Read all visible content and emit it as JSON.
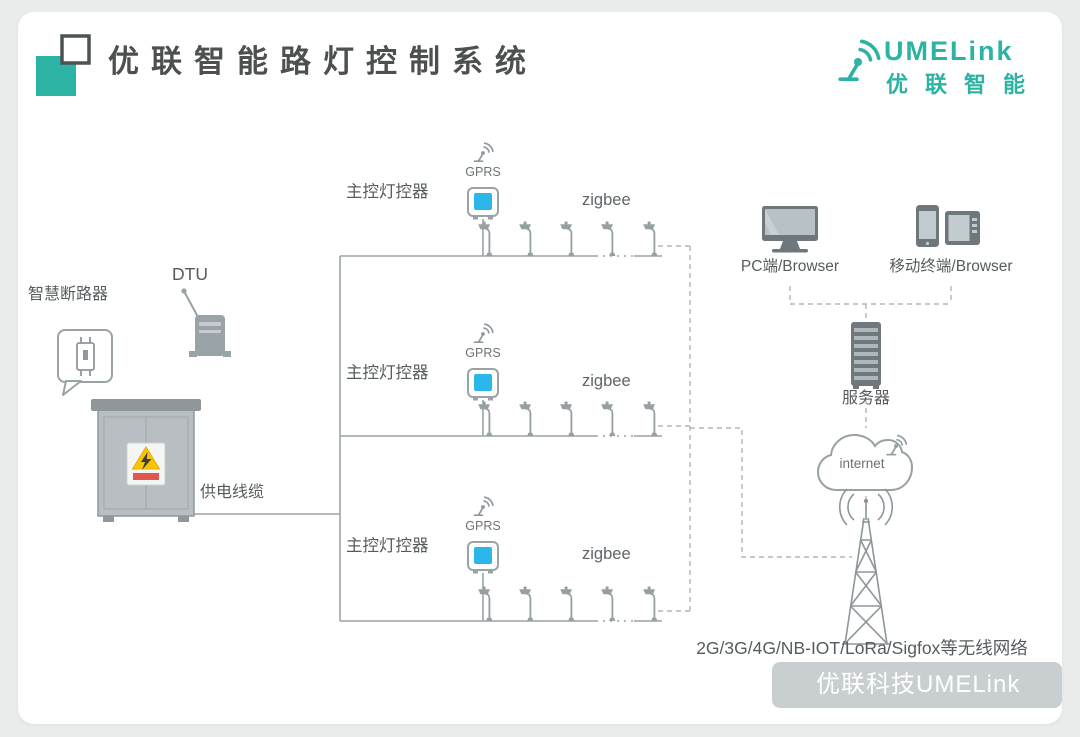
{
  "header": {
    "title": "优联智能路灯控制系统",
    "brand_name": "UMELink",
    "brand_subtitle": "优联智能"
  },
  "diagram": {
    "breaker_label": "智慧断路器",
    "dtu_label": "DTU",
    "cable_label": "供电线缆",
    "rows": [
      {
        "controller_label": "主控灯控器",
        "gprs_label": "GPRS",
        "mesh_label": "zigbee"
      },
      {
        "controller_label": "主控灯控器",
        "gprs_label": "GPRS",
        "mesh_label": "zigbee"
      },
      {
        "controller_label": "主控灯控器",
        "gprs_label": "GPRS",
        "mesh_label": "zigbee"
      }
    ],
    "pc_label": "PC端/Browser",
    "mobile_label": "移动终端/Browser",
    "server_label": "服务器",
    "cloud_label": "internet",
    "network_label": "2G/3G/4G/NB-IOT/LoRa/Sigfox等无线网络",
    "watermark": "优联科技UMELink"
  },
  "colors": {
    "teal": "#2cb3a4",
    "screen_blue": "#2bb7e9",
    "line_gray": "#9ba3a5",
    "device_gray": "#6e777b",
    "text_gray": "#565c5e",
    "warning_yellow": "#f8c500"
  }
}
